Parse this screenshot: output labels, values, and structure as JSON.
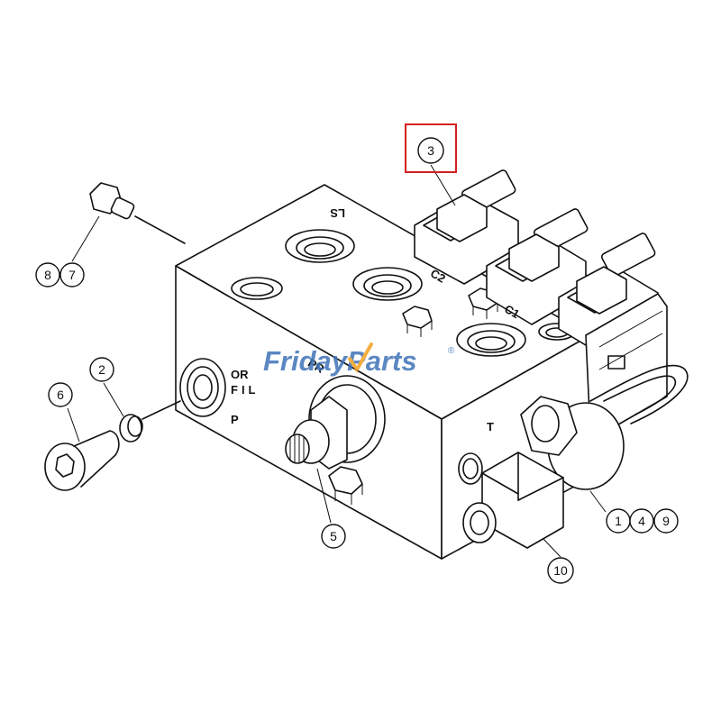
{
  "callouts": [
    {
      "id": "c1",
      "label": "1"
    },
    {
      "id": "c2",
      "label": "2"
    },
    {
      "id": "c3",
      "label": "3"
    },
    {
      "id": "c4",
      "label": "4"
    },
    {
      "id": "c5",
      "label": "5"
    },
    {
      "id": "c6",
      "label": "6"
    },
    {
      "id": "c7",
      "label": "7"
    },
    {
      "id": "c8",
      "label": "8"
    },
    {
      "id": "c9",
      "label": "9"
    },
    {
      "id": "c10",
      "label": "10"
    }
  ],
  "port_labels": {
    "ls": "LS",
    "c2": "C2",
    "c1": "C1",
    "or": "OR",
    "fil": "FIL",
    "p": "P",
    "pr": "PR",
    "t": "T"
  },
  "watermark": {
    "part1": "Friday",
    "part2": "Parts",
    "mark": "®",
    "color_primary": "#3f73b8",
    "color_accent": "#f0a020"
  },
  "highlight": {
    "callout": "3",
    "color": "#d42020"
  }
}
